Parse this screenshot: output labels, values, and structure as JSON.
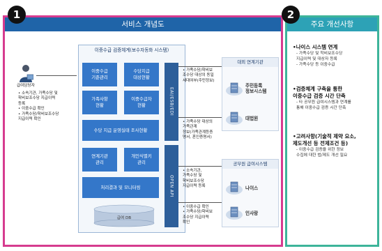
{
  "badges": [
    "1",
    "2"
  ],
  "left": {
    "header": "서비스 개념도",
    "user": {
      "label": "급여담당자",
      "bullets": [
        "• 소속기관, 가족수당 및",
        "  학비보조수당 지급이력",
        "  등록",
        "• 이중수급 확인",
        "• 가족수당/학비보조수당",
        "  지급이력 확인"
      ]
    },
    "system": {
      "title": "이중수급 검증체계(보수자동화 시스템)",
      "modules": [
        [
          "이중수급",
          "기준관리"
        ],
        [
          "수당지급",
          "대상현황"
        ],
        [
          "가족사항",
          "현황"
        ],
        [
          "이중수급자",
          "현황"
        ],
        [
          "수당 지급 운영실태 조사현황"
        ],
        [
          "연계기관",
          "관리"
        ],
        [
          "개인식별키",
          "관리"
        ],
        [
          "처리결과 및 모니터링"
        ]
      ],
      "bar_top": "EAI/ESB/EDI",
      "bar_bottom": "OPEN API",
      "db_label": "급여 DB"
    },
    "flow_notes": {
      "n1": [
        "• 가족수당/학비보",
        "  조수당 대상의 동일",
        "  세대여부(주민정보)"
      ],
      "n2": [
        "• 가족수당 대상의",
        "  가족관계",
        "  정보(가족관계등증",
        "  명서, 혼인증명서)"
      ],
      "n3": [
        "• 소속기관,",
        "  가족수당 및",
        "  학비보조수당",
        "  지급이력 등록"
      ],
      "n4": [
        "• 이중수급 확인",
        "• 가족수당/학비보",
        "  조수당 지급이력",
        "  확인"
      ]
    },
    "external_top": {
      "title": "대외 연계기관",
      "items": [
        [
          "주민등록",
          "정보시스템"
        ],
        [
          "대법원"
        ]
      ]
    },
    "external_bottom": {
      "title": "공무원 급여시스템",
      "items": [
        [
          "나이스"
        ],
        [
          "인사랑"
        ]
      ]
    }
  },
  "right": {
    "header": "주요 개선사항",
    "sections": [
      {
        "title": [
          "•나이스 시스템 연계"
        ],
        "lines": [
          "- 가족수당 및 학비보조수당",
          "  지급이력 및 대상자 등록",
          "- 가족수당 등 이중수급"
        ]
      },
      {
        "title": [
          "•검증체계 구축을 통한",
          " 이중수급 검증 시간 단축"
        ],
        "lines": [
          "- 타 공무원 급여시스템과 연계를",
          "  통해 이중수급 검증 시간 단축"
        ]
      },
      {
        "title": [
          "•고려사항(기술적 제약 요소,",
          " 제도개선 등 전제조건 등)"
        ],
        "lines": [
          "- 이중수급 검증을 위한 정보",
          "  수집에 대한 법/제도 개선 필요"
        ]
      }
    ]
  },
  "colors": {
    "accent_left": "#d63b8f",
    "accent_right": "#3db49a",
    "header_left": "#1f64a8",
    "header_right": "#2da2b6",
    "module": "#3477c9"
  }
}
